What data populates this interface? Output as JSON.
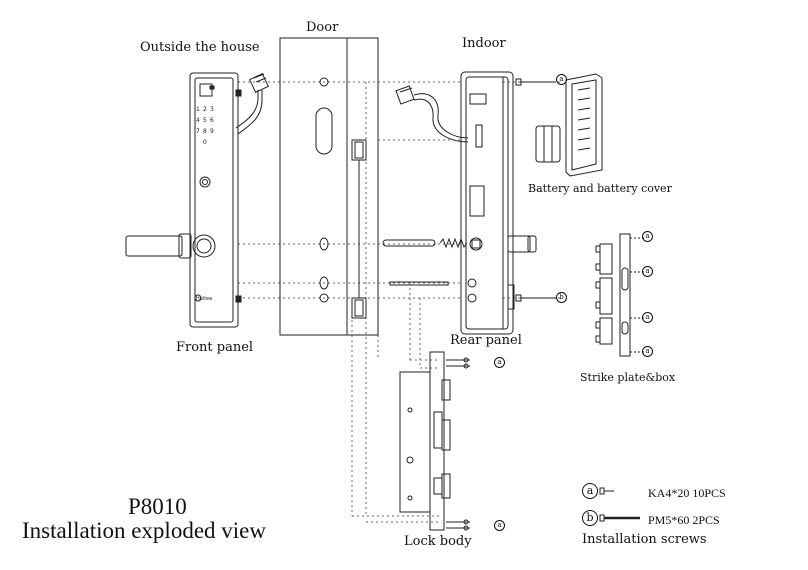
{
  "title": {
    "model": "P8010",
    "subtitle": "Installation exploded view"
  },
  "labels": {
    "door": "Door",
    "outside": "Outside the house",
    "indoor": "Indoor",
    "front_panel": "Front panel",
    "rear_panel": "Rear panel",
    "battery": "Battery and battery cover",
    "strike": "Strike plate&box",
    "lock_body": "Lock body"
  },
  "screws": {
    "heading": "Installation screws",
    "items": [
      {
        "marker": "a",
        "spec": "KA4*20  10PCS"
      },
      {
        "marker": "b",
        "spec": "PM5*60  2PCS"
      }
    ]
  },
  "keypad": [
    "1",
    "2",
    "3",
    "4",
    "5",
    "6",
    "7",
    "8",
    "9",
    "0"
  ],
  "brand": "Holtee",
  "colors": {
    "line": "#222222",
    "dotted": "#555555",
    "background": "#ffffff"
  }
}
